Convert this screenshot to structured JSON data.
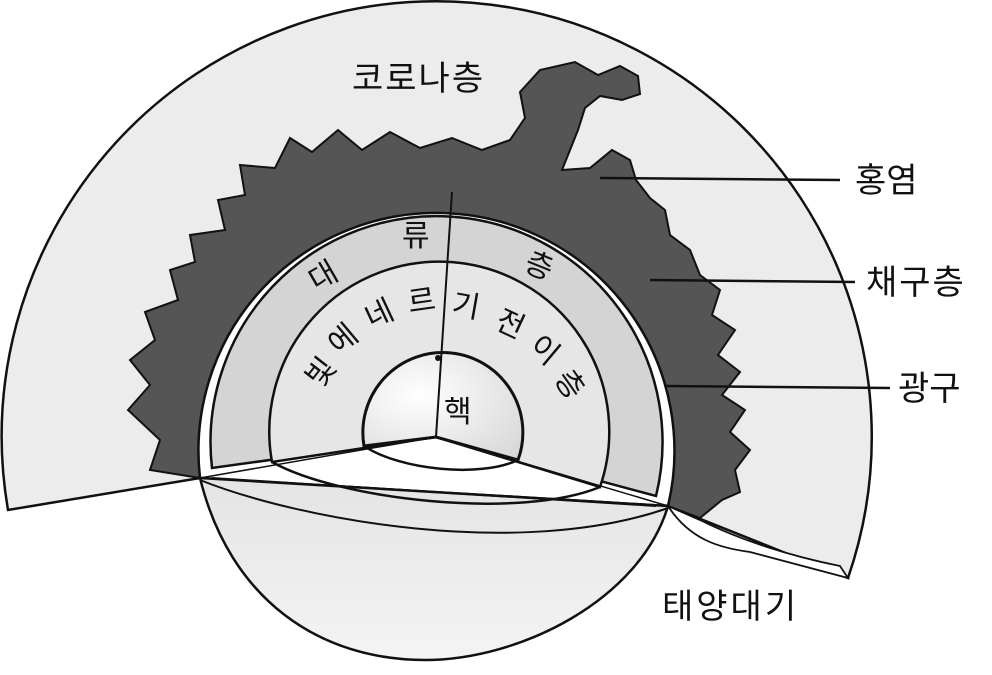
{
  "labels": {
    "corona": "코로나층",
    "prominence": "홍염",
    "chromosphere": "채구층",
    "photosphere": "광구",
    "atmosphere": "태양대기",
    "convection": [
      "대",
      "류",
      "층"
    ],
    "radiative": [
      "빛",
      "에",
      "네",
      "르",
      "기",
      "전",
      "이",
      "층"
    ],
    "core": "핵"
  },
  "colors": {
    "corona_fill": "#ececec",
    "chromosphere_fill": "#555555",
    "outline": "#111111",
    "convection_fill": "#d4d4d4",
    "radiative_fill": "#e6e6e6",
    "core_fill": "#f2f2f2"
  }
}
